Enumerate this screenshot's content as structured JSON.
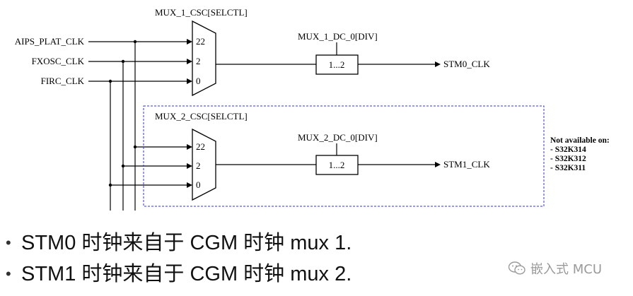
{
  "mux1": {
    "title": "MUX_1_CSC[SELCTL]",
    "inputs": [
      "22",
      "2",
      "0"
    ],
    "divider_title": "MUX_1_DC_0[DIV]",
    "divider_value": "1...2",
    "output": "STM0_CLK"
  },
  "mux2": {
    "title": "MUX_2_CSC[SELCTL]",
    "inputs": [
      "22",
      "2",
      "0"
    ],
    "divider_title": "MUX_2_DC_0[DIV]",
    "divider_value": "1...2",
    "output": "STM1_CLK"
  },
  "sources": [
    "AIPS_PLAT_CLK",
    "FXOSC_CLK",
    "FIRC_CLK"
  ],
  "note": {
    "title": "Not available on:",
    "items": [
      "- S32K314",
      "- S32K312",
      "- S32K311"
    ]
  },
  "bullets": [
    "STM0 时钟来自于 CGM 时钟 mux 1.",
    "STM1 时钟来自于 CGM 时钟 mux 2."
  ],
  "watermark": {
    "text": "嵌入式 MCU",
    "icon": "wechat-icon"
  },
  "colors": {
    "line": "#000000",
    "dashed_box": "#3333cc"
  }
}
